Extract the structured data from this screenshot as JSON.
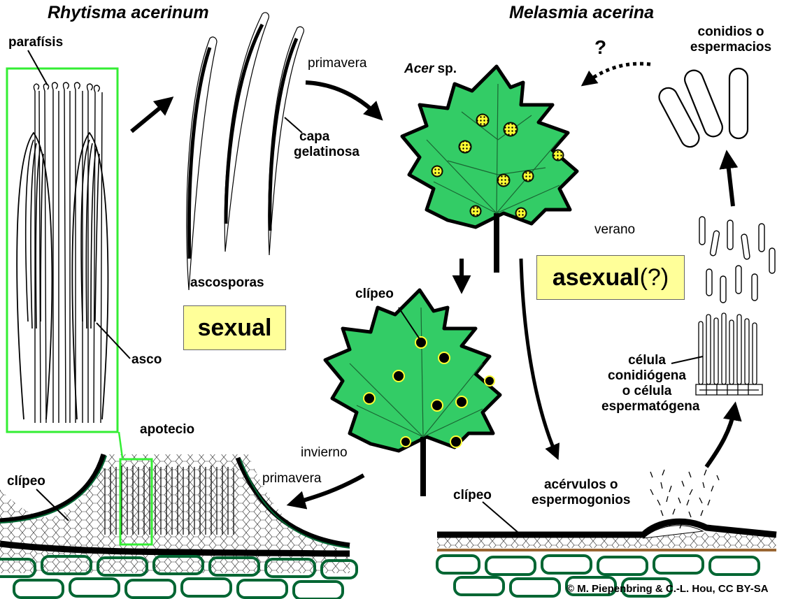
{
  "titles": {
    "left": "Rhytisma acerinum",
    "right": "Melasmia acerina"
  },
  "labels": {
    "parafisis": "parafísis",
    "asco": "asco",
    "apotecio": "apotecio",
    "clipeo_left": "clípeo",
    "ascosporas": "ascosporas",
    "capa_line1": "capa",
    "capa_line2": "gelatinosa",
    "primavera_top": "primavera",
    "acer_italic": "Acer",
    "acer_sp": " sp.",
    "clipeo_mid": "clípeo",
    "invierno": "invierno",
    "primavera_bottom": "primavera",
    "clipeo_right": "clípeo",
    "acervulos_line1": "acérvulos o",
    "acervulos_line2": "espermogonios",
    "verano": "verano",
    "celula_line1": "célula",
    "celula_line2": "conidiógena",
    "celula_line3": "o célula",
    "celula_line4": "espermatógena",
    "conidios_line1": "conidios o",
    "conidios_line2": "espermacios",
    "question": "?",
    "copyright": "© M. Piepenbring & C.-L. Hou, CC BY-SA"
  },
  "boxes": {
    "sexual": "sexual",
    "asexual_word": "asexual",
    "asexual_mark": "(?)"
  },
  "colors": {
    "leaf": "#33cc66",
    "spot": "#ffff33",
    "frame": "#33ee33",
    "box": "#ffff99",
    "tissue": "#006633",
    "soil": "#996633"
  }
}
